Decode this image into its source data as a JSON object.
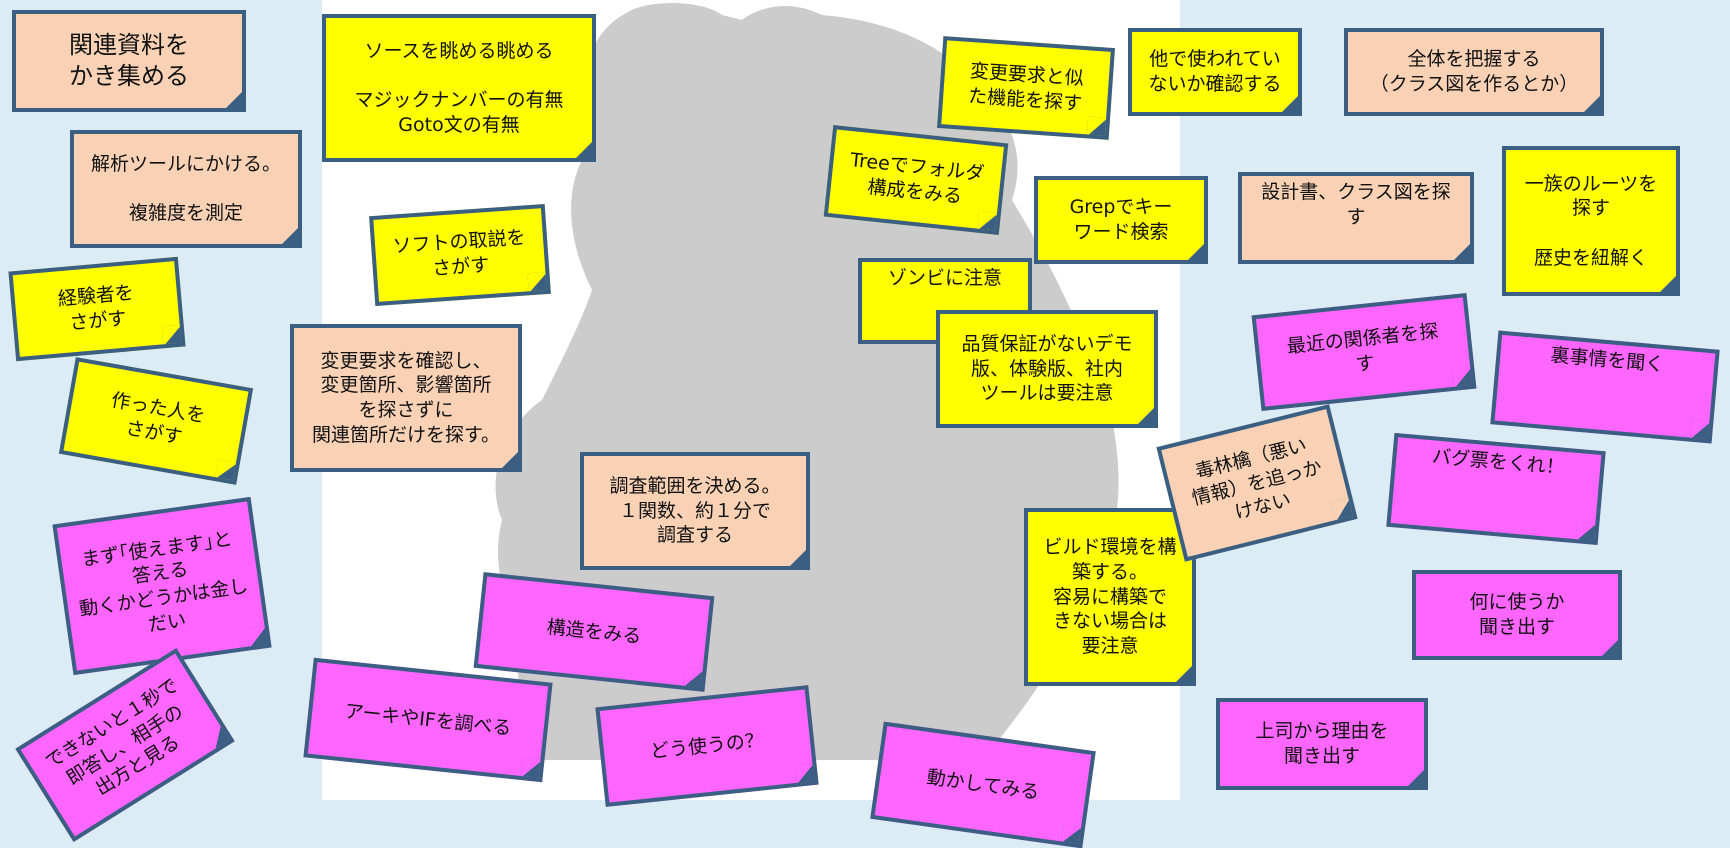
{
  "colors": {
    "background": "#dbecf4",
    "panel": "#ffffff",
    "silhouette": "#cccccc",
    "yellow": "#ffff00",
    "peach": "#f9d2b6",
    "magenta": "#ff66ff",
    "border": "#3a5f82"
  },
  "notes": {
    "n01": "関連資料を\nかき集める",
    "n02": "解析ツールにかける。\n\n複雑度を測定",
    "n03": "経験者を\nさがす",
    "n04": "作った人を\nさがす",
    "n05": "まず｢使えます｣と\n答える\n動くかどうかは金し\nだい",
    "n06": "できないと１秒で\n即答し、相手の\n出方と見る",
    "n07": "ソースを眺める眺める\n\nマジックナンバーの有無\nGoto文の有無",
    "n08": "ソフトの取説を\nさがす",
    "n09": "変更要求を確認し、\n変更箇所、影響箇所\nを探さずに\n関連箇所だけを探す。",
    "n10": "調査範囲を決める。\n１関数、約１分で\n調査する",
    "n11": "構造をみる",
    "n12": "アーキやIFを調べる",
    "n13": "どう使うの？",
    "n14": "動かしてみる",
    "n15": "変更要求と似\nた機能を探す",
    "n16": "Treeでフォルダ\n構成をみる",
    "n17": "他で使われてい\nないか確認する",
    "n18": "Grepでキー\nワード検索",
    "n19": "ゾンビに注意",
    "n20": "品質保証がないデモ\n版、体験版、社内\nツールは要注意",
    "n21": "ビルド環境を構\n築する。\n容易に構築で\nきない場合は\n要注意",
    "n22": "毒林檎（悪い\n情報）を追っか\nけない",
    "n23": "全体を把握する\n（クラス図を作るとか）",
    "n24": "設計書、クラス図を探\nす",
    "n25": "一族のルーツを\n探す\n\n歴史を紐解く",
    "n26": "最近の関係者を探\nす",
    "n27": "裏事情を聞く",
    "n28": "バグ票をくれ！",
    "n29": "何に使うか\n聞き出す",
    "n30": "上司から理由を\n聞き出す"
  }
}
